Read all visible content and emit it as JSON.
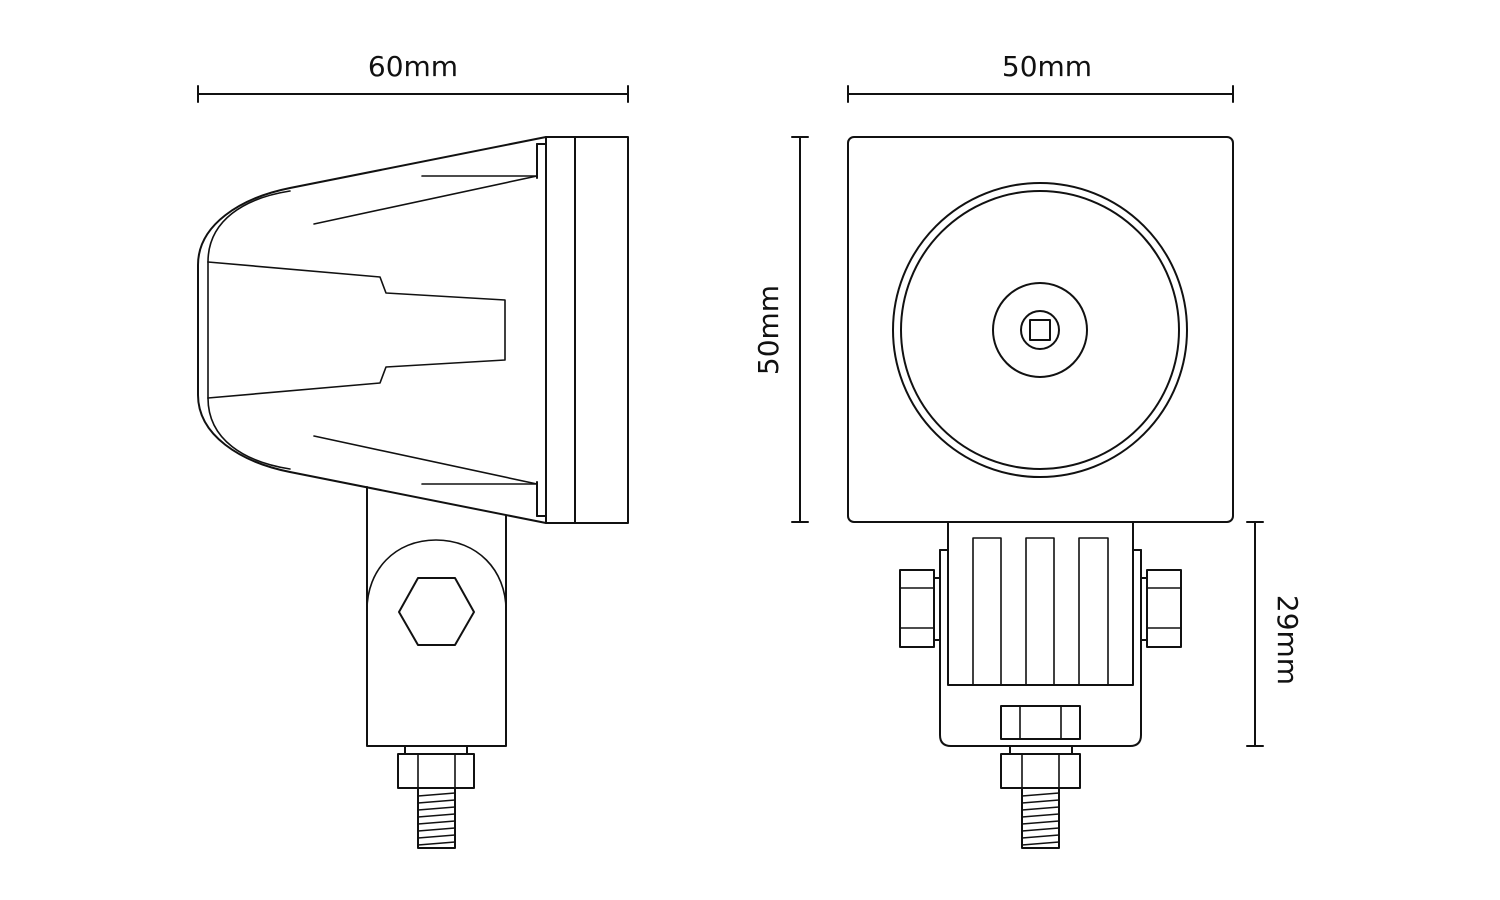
{
  "colors": {
    "line": "#111111",
    "background": "#ffffff"
  },
  "dimensions": {
    "side_width": "60mm",
    "front_width": "50mm",
    "front_height": "50mm",
    "bracket_height": "29mm"
  }
}
